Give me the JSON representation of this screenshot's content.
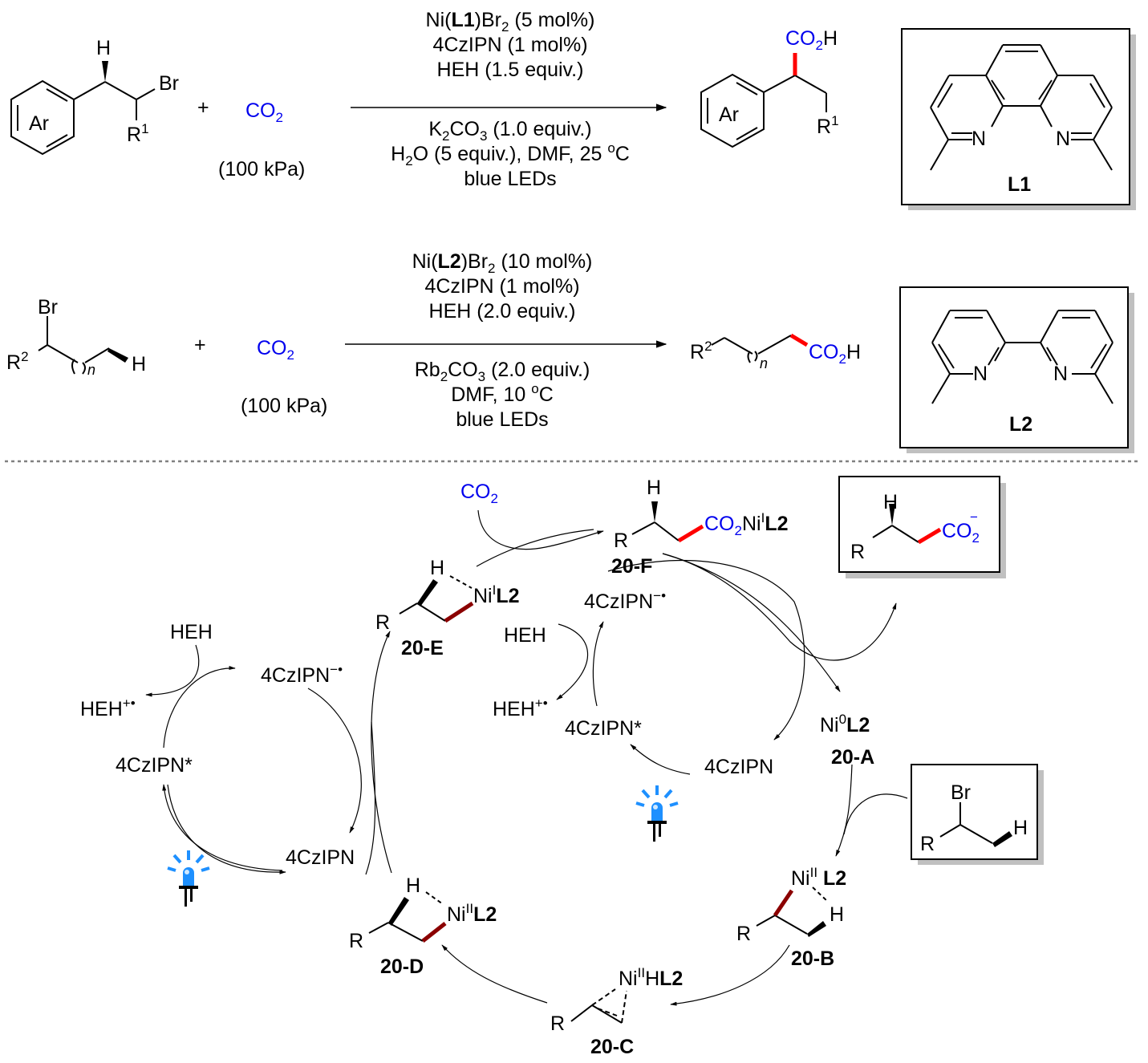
{
  "reaction1": {
    "substrate": {
      "aryl_label": "Ar",
      "h_label": "H",
      "br_label": "Br",
      "r_label": "R",
      "r_sup": "1"
    },
    "plus": "+",
    "reagent": {
      "co2_main": "CO",
      "co2_sub": "2",
      "pressure": "(100 kPa)"
    },
    "conditions_above": [
      {
        "pre": "Ni(",
        "bold": "L1",
        "post": ")Br",
        "sub": "2",
        "tail": " (5 mol%)"
      },
      {
        "text": "4CzIPN (1 mol%)"
      },
      {
        "text": "HEH (1.5 equiv.)"
      }
    ],
    "conditions_below": [
      {
        "pre": "K",
        "sub1": "2",
        "mid": "CO",
        "sub2": "3",
        "tail": " (1.0 equiv.)"
      },
      {
        "pre": "H",
        "sub1": "2",
        "mid": "O (5 equiv.), DMF, 25 ",
        "sup": "o",
        "tail": "C"
      },
      {
        "text": "blue LEDs"
      }
    ],
    "product": {
      "aryl_label": "Ar",
      "acid_main": "CO",
      "acid_sub": "2",
      "acid_tail": "H",
      "r_label": "R",
      "r_sup": "1"
    },
    "ligand": {
      "label": "L1",
      "n_label": "N"
    }
  },
  "reaction2": {
    "substrate": {
      "br_label": "Br",
      "r_label": "R",
      "r_sup": "2",
      "n_label": "n",
      "h_label": "H"
    },
    "plus": "+",
    "reagent": {
      "co2_main": "CO",
      "co2_sub": "2",
      "pressure": "(100 kPa)"
    },
    "conditions_above": [
      {
        "pre": "Ni(",
        "bold": "L2",
        "post": ")Br",
        "sub": "2",
        "tail": " (10 mol%)"
      },
      {
        "text": "4CzIPN (1 mol%)"
      },
      {
        "text": "HEH (2.0 equiv.)"
      }
    ],
    "conditions_below": [
      {
        "pre": "Rb",
        "sub1": "2",
        "mid": "CO",
        "sub2": "3",
        "tail": " (2.0 equiv.)"
      },
      {
        "pre": "DMF, 10 ",
        "sup": "o",
        "tail": "C"
      },
      {
        "text": "blue LEDs"
      }
    ],
    "product": {
      "r_label": "R",
      "r_sup": "2",
      "n_label": "n",
      "acid_main": "CO",
      "acid_sub": "2",
      "acid_tail": "H"
    },
    "ligand": {
      "label": "L2",
      "n_label": "N"
    }
  },
  "mechanism": {
    "co2": {
      "main": "CO",
      "sub": "2"
    },
    "int_F": {
      "label": "20-F",
      "h": "H",
      "r": "R",
      "co2": "CO",
      "co2_sub": "2",
      "ni": "Ni",
      "ox": "I",
      "lig": "L2"
    },
    "product_box": {
      "h": "H",
      "r": "R",
      "co2": "CO",
      "co2_sub": "2",
      "charge": "−"
    },
    "int_E": {
      "label": "20-E",
      "h": "H",
      "r": "R",
      "ni": "Ni",
      "ox": "I",
      "lig": "L2"
    },
    "int_A": {
      "ni": "Ni",
      "ox": "0",
      "lig": "L2",
      "label": "20-A"
    },
    "substrate_box": {
      "br": "Br",
      "r": "R",
      "h": "H"
    },
    "int_B": {
      "label": "20-B",
      "h": "H",
      "r": "R",
      "ni": "Ni",
      "ox": "II",
      "lig": "L2"
    },
    "int_C": {
      "label": "20-C",
      "r": "R",
      "ni": "Ni",
      "ox": "II",
      "h": "H",
      "lig": "L2"
    },
    "int_D": {
      "label": "20-D",
      "h": "H",
      "r": "R",
      "ni": "Ni",
      "ox": "II",
      "lig": "L2"
    },
    "left_cycle": {
      "heh": "HEH",
      "heh_rad": "HEH",
      "heh_rad_charge": "+•",
      "pc_anion": "4CzIPN",
      "pc_anion_charge": "−•",
      "pc_excited": "4CzIPN*",
      "pc_ground": "4CzIPN"
    },
    "right_cycle": {
      "heh": "HEH",
      "heh_rad": "HEH",
      "heh_rad_charge": "+•",
      "pc_anion": "4CzIPN",
      "pc_anion_charge": "−•",
      "pc_excited": "4CzIPN*",
      "pc_ground": "4CzIPN"
    },
    "colors": {
      "co2": "#0000ee",
      "new_bond": "#ff0000",
      "ni_bond": "#8b0000",
      "led": "#1e90ff",
      "divider": "#808080"
    }
  }
}
